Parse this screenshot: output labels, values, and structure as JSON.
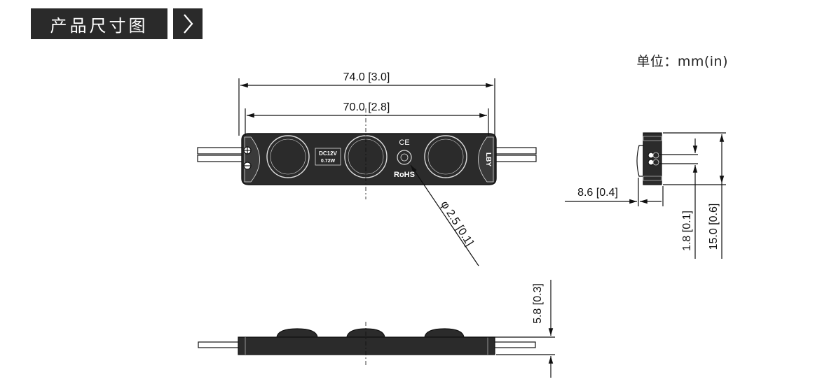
{
  "header": {
    "title": "产品尺寸图",
    "chevron": "chevron-right-icon"
  },
  "unit": "单位：mm(in)",
  "dimensions": {
    "overall_length": "74.0 [3.0]",
    "hole_spacing": "70.0 [2.8]",
    "lens_diameter": "φ 2.5 [0.1]",
    "side_depth": "8.6 [0.4]",
    "wire_gap": "1.8 [0.1]",
    "overall_height": "15.0 [0.6]",
    "body_height": "5.8 [0.3]"
  },
  "module": {
    "voltage": "DC12V",
    "power": "0.72W",
    "ce": "CE",
    "rohs": "RoHS",
    "brand": "LBY"
  },
  "colors": {
    "header_bg": "#2a2a2a",
    "line": "#111111",
    "module_fill": "#2b2b2b"
  }
}
